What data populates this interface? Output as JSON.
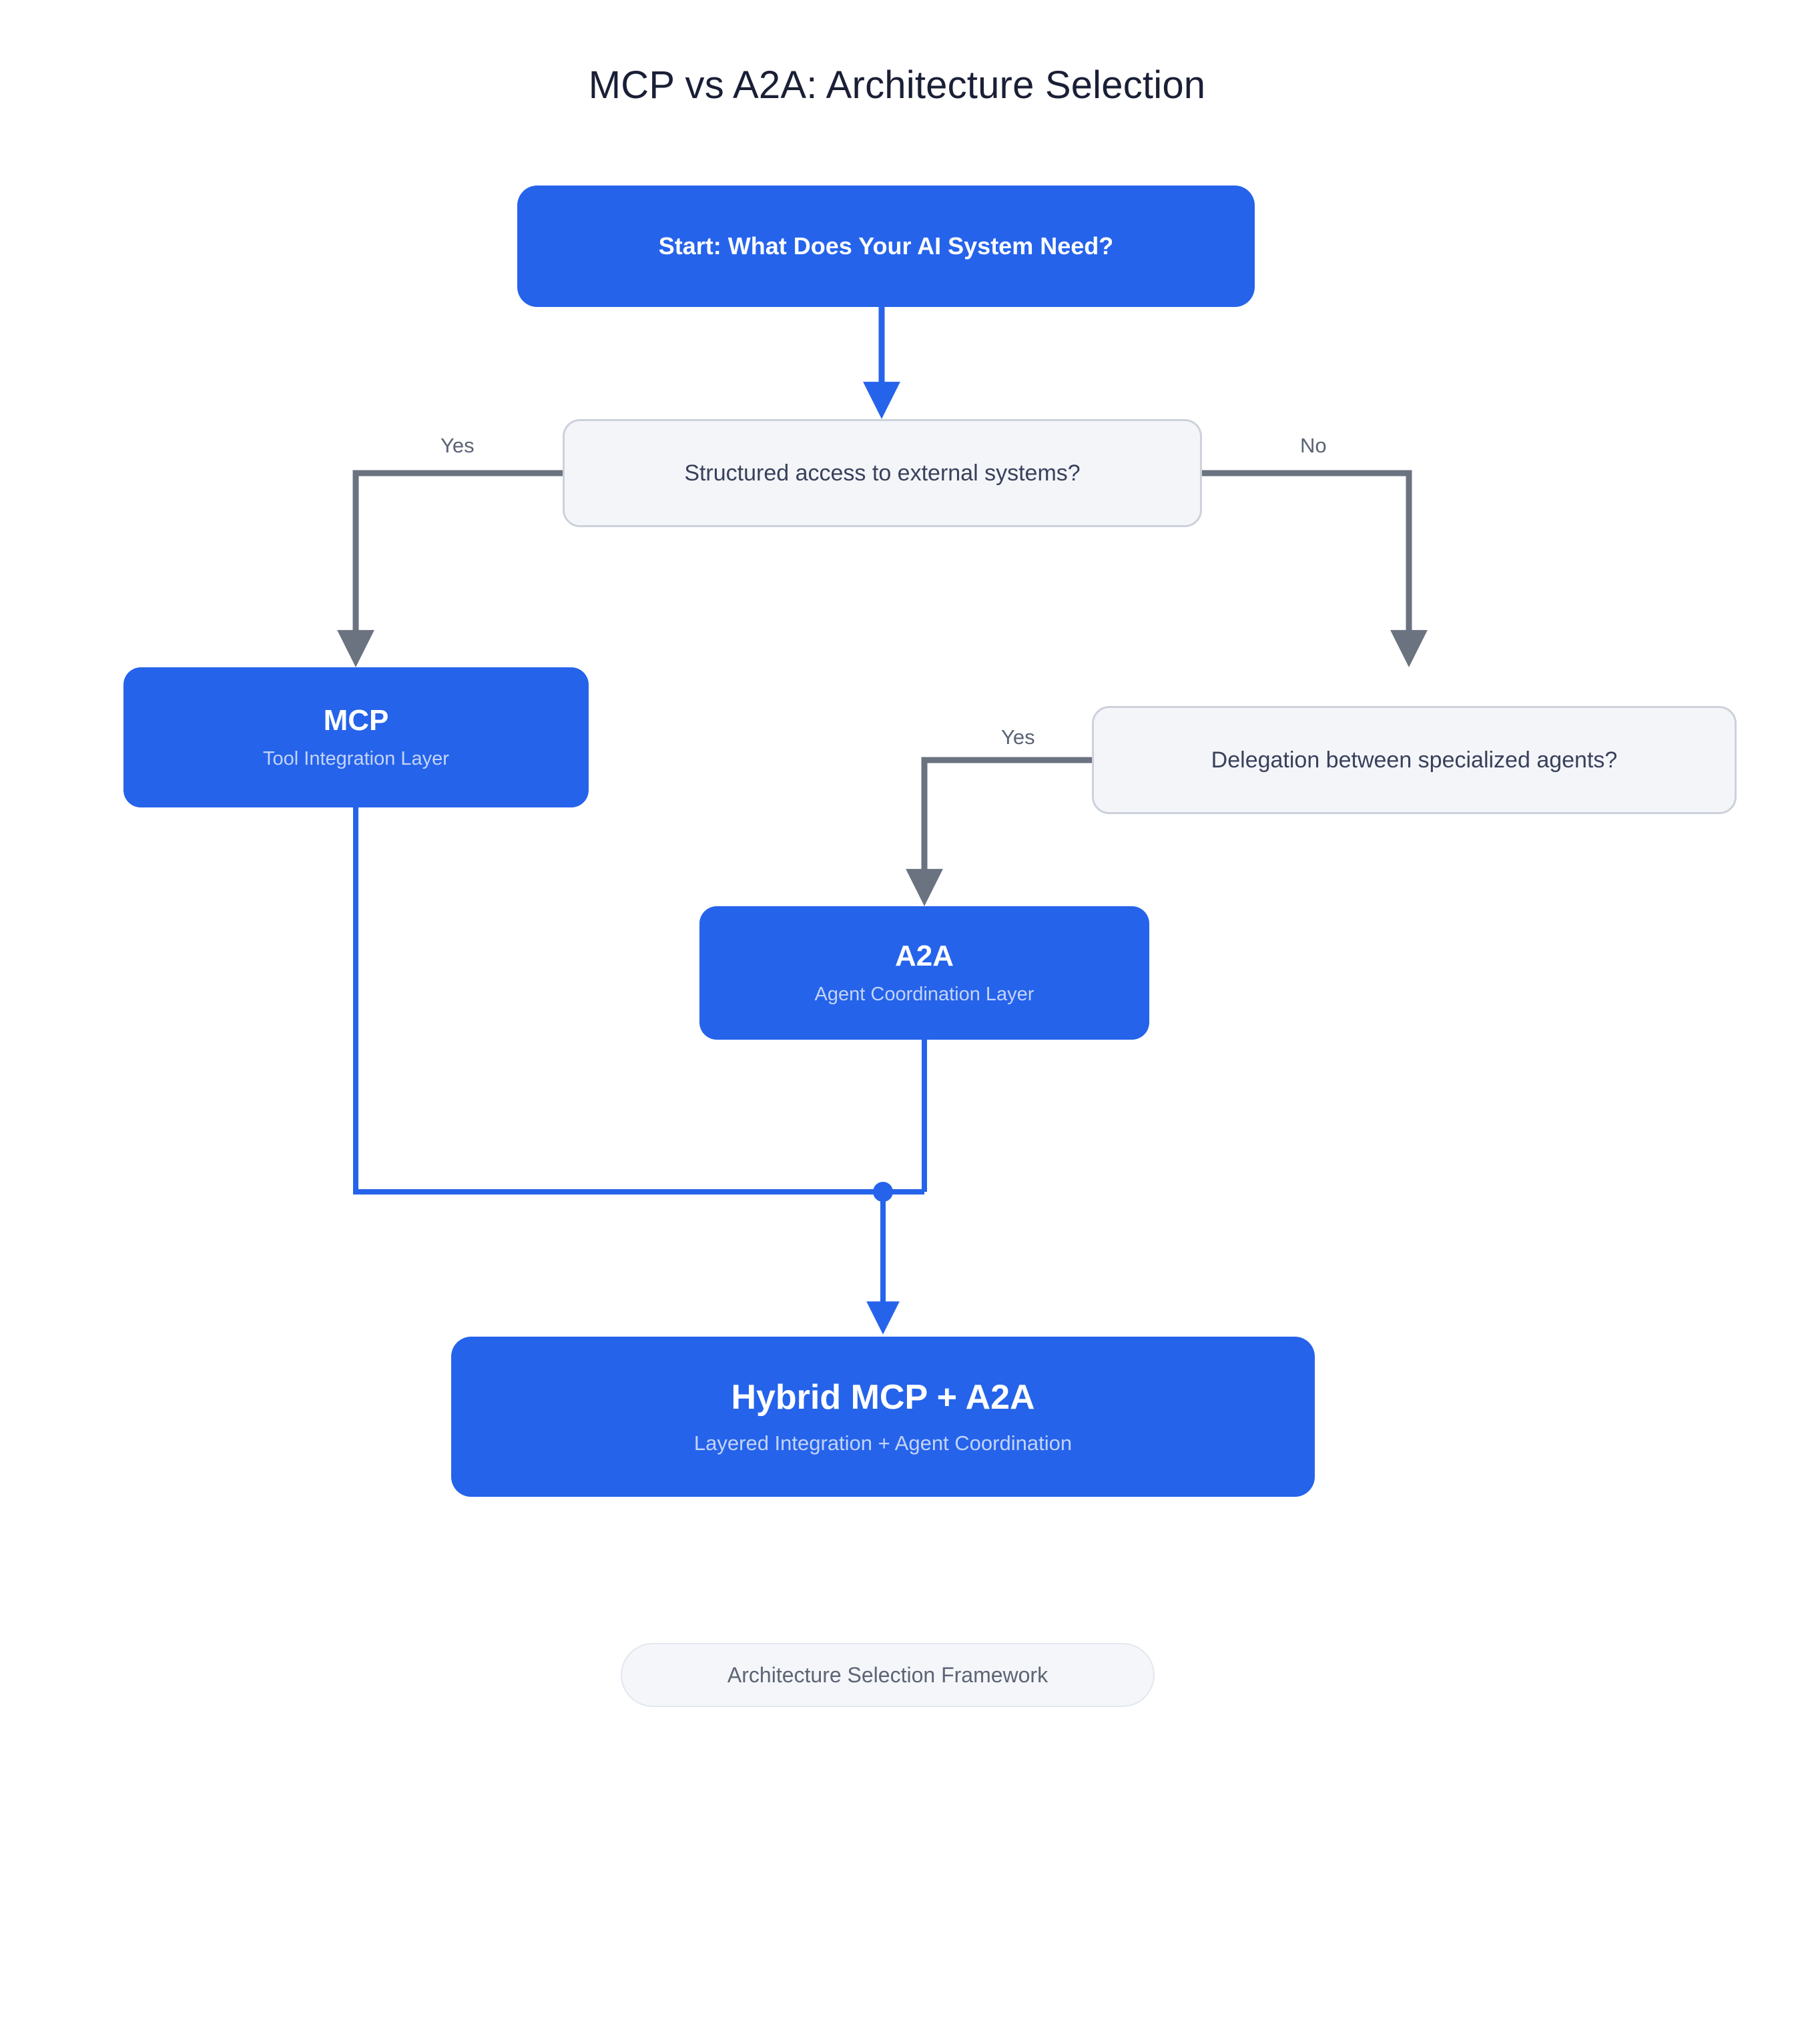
{
  "title": "MCP vs A2A: Architecture Selection",
  "colors": {
    "node_blue": "#2563eb",
    "node_blue_text": "#ffffff",
    "node_blue_subtext": "#c3d4f8",
    "decision_fill": "#f3f5f9",
    "decision_border": "#ccd1da",
    "decision_text": "#39405a",
    "edge_gray": "#6b7280",
    "edge_blue": "#2563eb",
    "title_text": "#1a1f36",
    "footer_fill": "#f4f6f9",
    "footer_text": "#5d6475"
  },
  "nodes": {
    "start": {
      "label": "Start: What Does Your AI System Need?",
      "kind": "start"
    },
    "decision_structured": {
      "label": "Structured access to external systems?",
      "kind": "decision"
    },
    "mcp": {
      "title": "MCP",
      "subtitle": "Tool Integration Layer",
      "kind": "outcome"
    },
    "decision_delegation": {
      "label": "Delegation between specialized agents?",
      "kind": "decision"
    },
    "a2a": {
      "title": "A2A",
      "subtitle": "Agent Coordination Layer",
      "kind": "outcome"
    },
    "hybrid": {
      "title": "Hybrid MCP + A2A",
      "subtitle": "Layered Integration + Agent Coordination",
      "kind": "outcome"
    }
  },
  "edges": [
    {
      "from": "start",
      "to": "decision_structured",
      "label": "",
      "color": "#2563eb"
    },
    {
      "from": "decision_structured",
      "to": "mcp",
      "label": "Yes",
      "color": "#6b7280"
    },
    {
      "from": "decision_structured",
      "to": "decision_delegation",
      "label": "No",
      "color": "#6b7280"
    },
    {
      "from": "decision_delegation",
      "to": "a2a",
      "label": "Yes",
      "color": "#6b7280"
    },
    {
      "from": "mcp",
      "to": "hybrid",
      "label": "",
      "color": "#2563eb"
    },
    {
      "from": "a2a",
      "to": "hybrid",
      "label": "",
      "color": "#2563eb"
    }
  ],
  "edge_labels": {
    "yes_structured": "Yes",
    "no_structured": "No",
    "yes_delegation": "Yes"
  },
  "footer": {
    "caption": "Architecture Selection Framework"
  }
}
